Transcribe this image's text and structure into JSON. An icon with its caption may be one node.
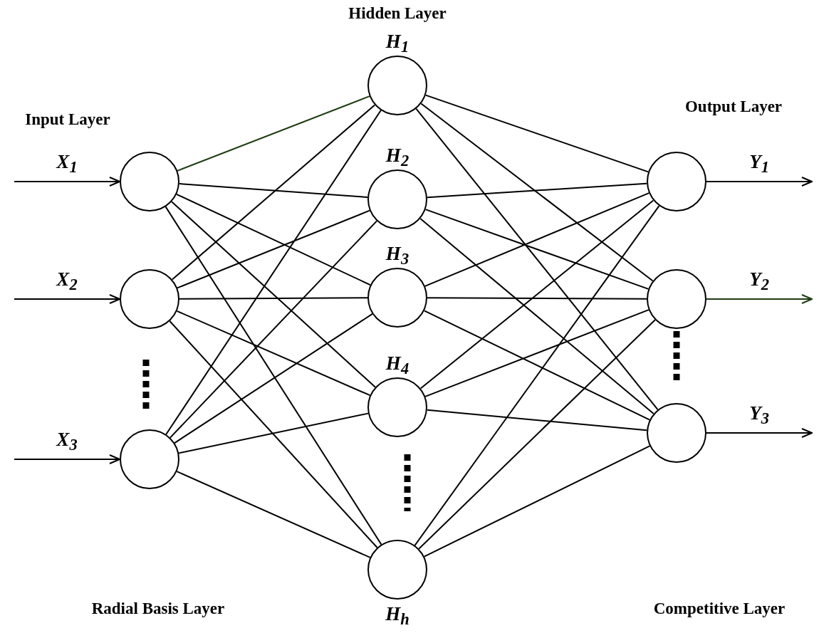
{
  "diagram": {
    "nodes": [
      {
        "text": [],
        "shape": "circle"
      },
      {
        "text": [],
        "shape": "circle"
      },
      {
        "text": [],
        "shape": "circle"
      },
      {
        "text": [
          "H$_{1}$"
        ]
      },
      {
        "text": [
          "H$_{2}$"
        ]
      },
      {
        "text": [
          "H$_{3}$"
        ]
      },
      {
        "text": [
          "H$_{4}$"
        ]
      },
      {
        "text": [
          "H$_{h}$"
        ]
      },
      {
        "text": [],
        "shape": "circle"
      },
      {
        "text": [],
        "shape": "circle"
      },
      {
        "text": [],
        "shape": "circle"
      }
    ],
    "edges": [
      {
        "from": null,
        "to": 0,
        "arrow": "to",
        "label": "X$_{1}$"
      },
      {
        "from": null,
        "to": 1,
        "arrow": "to",
        "label": "X$_{2}$"
      },
      {
        "from": null,
        "to": 2,
        "arrow": "to",
        "label": "X$_{3}$"
      },
      {
        "from": 0,
        "to": 3,
        "arrow": "none",
        "color": "#1e3d12"
      },
      {
        "from": 0,
        "to": 4,
        "arrow": "none"
      },
      {
        "from": 0,
        "to": 5,
        "arrow": "none"
      },
      {
        "from": 0,
        "to": 6,
        "arrow": "none"
      },
      {
        "from": 0,
        "to": 7,
        "arrow": "none"
      },
      {
        "from": 1,
        "to": 3,
        "arrow": "none"
      },
      {
        "from": 1,
        "to": 4,
        "arrow": "none"
      },
      {
        "from": 1,
        "to": 5,
        "arrow": "none"
      },
      {
        "from": 1,
        "to": 6,
        "arrow": "none"
      },
      {
        "from": 1,
        "to": 7,
        "arrow": "none"
      },
      {
        "from": 2,
        "to": 3,
        "arrow": "none"
      },
      {
        "from": 2,
        "to": 4,
        "arrow": "none"
      },
      {
        "from": 2,
        "to": 5,
        "arrow": "none"
      },
      {
        "from": 2,
        "to": 6,
        "arrow": "none"
      },
      {
        "from": 2,
        "to": 7,
        "arrow": "none"
      },
      {
        "from": 3,
        "to": 8,
        "arrow": "none"
      },
      {
        "from": 3,
        "to": 9,
        "arrow": "none"
      },
      {
        "from": 3,
        "to": 10,
        "arrow": "none"
      },
      {
        "from": 4,
        "to": 8,
        "arrow": "none"
      },
      {
        "from": 4,
        "to": 9,
        "arrow": "none"
      },
      {
        "from": 4,
        "to": 10,
        "arrow": "none"
      },
      {
        "from": 5,
        "to": 8,
        "arrow": "none"
      },
      {
        "from": 5,
        "to": 9,
        "arrow": "none"
      },
      {
        "from": 5,
        "to": 10,
        "arrow": "none"
      },
      {
        "from": 6,
        "to": 8,
        "arrow": "none"
      },
      {
        "from": 6,
        "to": 9,
        "arrow": "none"
      },
      {
        "from": 6,
        "to": 10,
        "arrow": "none"
      },
      {
        "from": 7,
        "to": 8,
        "arrow": "none"
      },
      {
        "from": 7,
        "to": 9,
        "arrow": "none"
      },
      {
        "from": 7,
        "to": 10,
        "arrow": "none"
      },
      {
        "from": 8,
        "to": null,
        "arrow": "to",
        "label": "Y$_{1}$"
      },
      {
        "from": 9,
        "to": null,
        "arrow": "to",
        "label": "Y$_{2}$",
        "color": "#1e3d12"
      },
      {
        "from": 10,
        "to": null,
        "arrow": "to",
        "label": "Y$_{3}$"
      }
    ],
    "labels": [
      "Hidden Layer",
      "Input Layer",
      "Output Layer",
      "Radial Basis Layer",
      "Competitive Layer"
    ]
  }
}
